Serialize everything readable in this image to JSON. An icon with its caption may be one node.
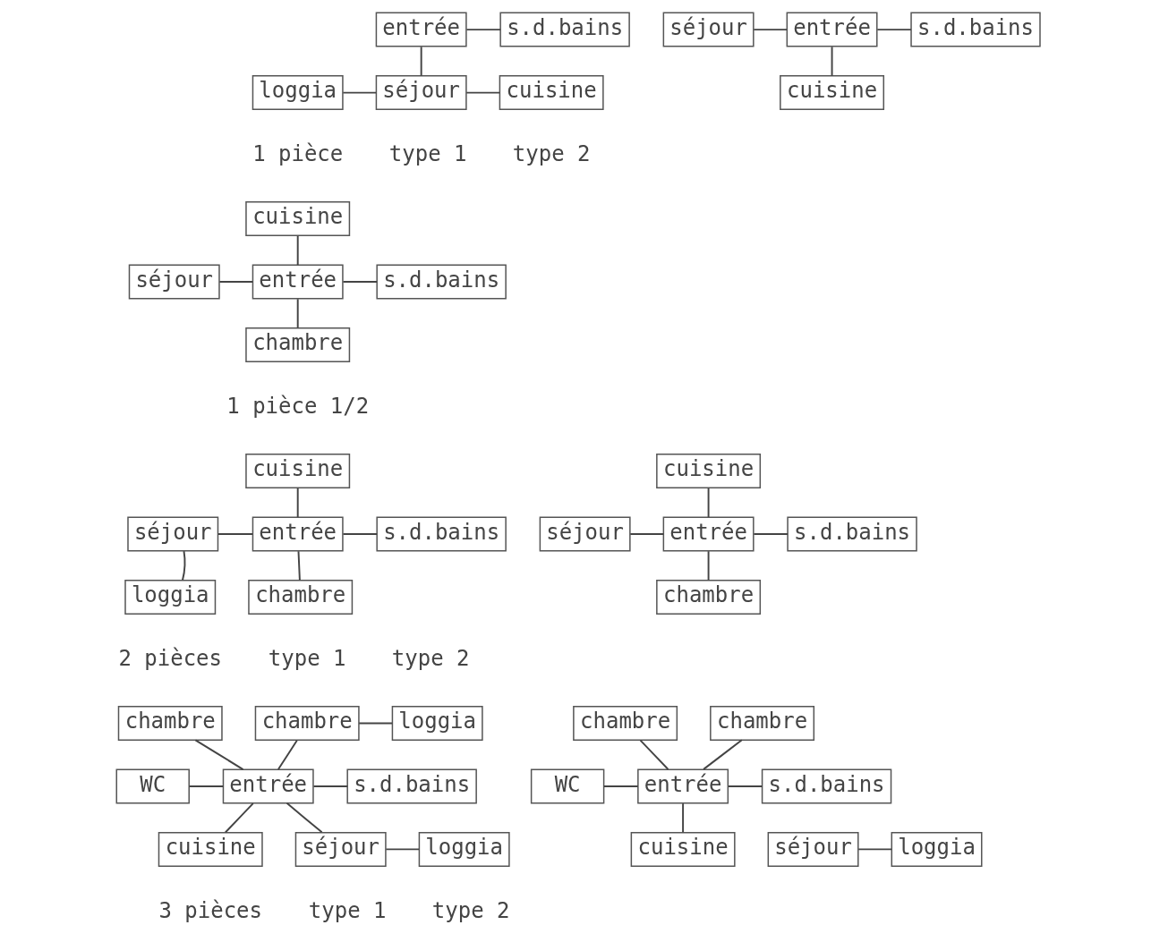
{
  "diagram": {
    "nodes": [
      {
        "text": [
          "entrée"
        ]
      },
      {
        "text": [
          "s.d.bains"
        ]
      },
      {
        "text": [
          "loggia"
        ]
      },
      {
        "text": [
          "séjour"
        ]
      },
      {
        "text": [
          "cuisine"
        ]
      },
      {
        "text": [
          "séjour"
        ]
      },
      {
        "text": [
          "entrée"
        ]
      },
      {
        "text": [
          "s.d.bains"
        ]
      },
      {
        "text": [
          "cuisine"
        ]
      },
      {
        "text": [
          "cuisine"
        ]
      },
      {
        "text": [
          "séjour"
        ]
      },
      {
        "text": [
          "entrée"
        ]
      },
      {
        "text": [
          "s.d.bains"
        ]
      },
      {
        "text": [
          "chambre"
        ]
      },
      {
        "text": [
          "cuisine"
        ]
      },
      {
        "text": [
          "séjour"
        ]
      },
      {
        "text": [
          "entrée"
        ]
      },
      {
        "text": [
          "s.d.bains"
        ]
      },
      {
        "text": [
          "loggia"
        ]
      },
      {
        "text": [
          "chambre"
        ]
      },
      {
        "text": [
          "cuisine"
        ]
      },
      {
        "text": [
          "séjour"
        ]
      },
      {
        "text": [
          "entrée"
        ]
      },
      {
        "text": [
          "s.d.bains"
        ]
      },
      {
        "text": [
          "chambre"
        ]
      },
      {
        "text": [
          "chambre"
        ]
      },
      {
        "text": [
          "chambre"
        ]
      },
      {
        "text": [
          "loggia"
        ]
      },
      {
        "text": [
          "WC"
        ]
      },
      {
        "text": [
          "entrée"
        ]
      },
      {
        "text": [
          "s.d.bains"
        ]
      },
      {
        "text": [
          "cuisine"
        ]
      },
      {
        "text": [
          "séjour"
        ]
      },
      {
        "text": [
          "loggia"
        ]
      },
      {
        "text": [
          "chambre"
        ]
      },
      {
        "text": [
          "chambre"
        ]
      },
      {
        "text": [
          "WC"
        ]
      },
      {
        "text": [
          "entrée"
        ]
      },
      {
        "text": [
          "s.d.bains"
        ]
      },
      {
        "text": [
          "cuisine"
        ]
      },
      {
        "text": [
          "séjour"
        ]
      },
      {
        "text": [
          "loggia"
        ]
      }
    ],
    "edges": [
      {
        "from": 0,
        "to": 1,
        "arrow": "none"
      },
      {
        "from": 0,
        "to": 3,
        "arrow": "none"
      },
      {
        "from": 2,
        "to": 3,
        "arrow": "none"
      },
      {
        "from": 3,
        "to": 4,
        "arrow": "none"
      },
      {
        "from": 5,
        "to": 6,
        "arrow": "none"
      },
      {
        "from": 6,
        "to": 7,
        "arrow": "none"
      },
      {
        "from": 6,
        "to": 8,
        "arrow": "none"
      },
      {
        "from": 9,
        "to": 11,
        "arrow": "none"
      },
      {
        "from": 10,
        "to": 11,
        "arrow": "none"
      },
      {
        "from": 11,
        "to": 12,
        "arrow": "none"
      },
      {
        "from": 11,
        "to": 13,
        "arrow": "none"
      },
      {
        "from": 14,
        "to": 16,
        "arrow": "none"
      },
      {
        "from": 15,
        "to": 16,
        "arrow": "none"
      },
      {
        "from": 16,
        "to": 17,
        "arrow": "none"
      },
      {
        "from": 15,
        "to": 18,
        "arrow": "none"
      },
      {
        "from": 16,
        "to": 19,
        "arrow": "none"
      },
      {
        "from": 20,
        "to": 22,
        "arrow": "none"
      },
      {
        "from": 21,
        "to": 22,
        "arrow": "none"
      },
      {
        "from": 22,
        "to": 23,
        "arrow": "none"
      },
      {
        "from": 22,
        "to": 24,
        "arrow": "none"
      },
      {
        "from": 25,
        "to": 29,
        "arrow": "none"
      },
      {
        "from": 26,
        "to": 29,
        "arrow": "none"
      },
      {
        "from": 26,
        "to": 27,
        "arrow": "none"
      },
      {
        "from": 28,
        "to": 29,
        "arrow": "none"
      },
      {
        "from": 29,
        "to": 30,
        "arrow": "none"
      },
      {
        "from": 29,
        "to": 31,
        "arrow": "none"
      },
      {
        "from": 29,
        "to": 32,
        "arrow": "none"
      },
      {
        "from": 32,
        "to": 33,
        "arrow": "none"
      },
      {
        "from": 34,
        "to": 37,
        "arrow": "none"
      },
      {
        "from": 35,
        "to": 37,
        "arrow": "none"
      },
      {
        "from": 36,
        "to": 37,
        "arrow": "none"
      },
      {
        "from": 37,
        "to": 38,
        "arrow": "none"
      },
      {
        "from": 37,
        "to": 39,
        "arrow": "none"
      },
      {
        "from": 40,
        "to": 41,
        "arrow": "none"
      }
    ],
    "labels": [
      "1 pièce",
      "type 1",
      "type 2",
      "1 pièce 1/2",
      "2 pièces",
      "type 1",
      "type 2",
      "3 pièces",
      "type 1",
      "type 2"
    ]
  }
}
